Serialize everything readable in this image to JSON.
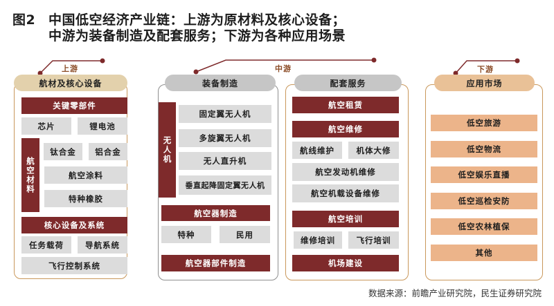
{
  "title": {
    "figure_no": "图2",
    "line1": "中国低空经济产业链：上游为原材料及核心设备；",
    "line2": "中游为装备制造及配套服务；下游为各种应用场景"
  },
  "colors": {
    "dark_red": "#7e2a2b",
    "gray_box": "#dcdcdc",
    "orange_box": "#ecb48a",
    "tan_pill": "#e3d1ac",
    "gray_pill": "#c6c6c6",
    "peach_pill": "#e9c197",
    "tan_border": "#c9975a",
    "stage_text": "#8a4a24"
  },
  "upstream": {
    "stage_label": "上游",
    "header": "航材及核心设备",
    "key_parts": {
      "title": "关键零部件",
      "items": [
        "芯片",
        "锂电池"
      ]
    },
    "materials": {
      "title": "航空材料",
      "items": [
        "钛合金",
        "铝合金",
        "航空涂料",
        "特种橡胶"
      ]
    },
    "core_systems": {
      "title": "核心设备及系统",
      "items": [
        "任务载荷",
        "导航系统",
        "飞行控制系统"
      ]
    }
  },
  "midstream": {
    "stage_label": "中游",
    "manufacturing": {
      "header": "装备制造",
      "uav": {
        "title": "无人机",
        "items": [
          "固定翼无人机",
          "多旋翼无人机",
          "无人直升机",
          "垂直起降固定翼无人机"
        ]
      },
      "aircraft": {
        "title": "航空器制造",
        "items": [
          "特种",
          "民用"
        ]
      },
      "parts": {
        "title": "航空器部件制造"
      }
    },
    "services": {
      "header": "配套服务",
      "leasing": "航空租赁",
      "maintenance": {
        "title": "航空维修",
        "items": [
          "航线维护",
          "机体大修",
          "航空发动机维修",
          "航空机载设备维修"
        ]
      },
      "training": {
        "title": "航空培训",
        "items": [
          "维修培训",
          "飞行培训"
        ]
      },
      "airport": "机场建设"
    }
  },
  "downstream": {
    "stage_label": "下游",
    "header": "应用市场",
    "items": [
      "低空旅游",
      "低空物流",
      "低空娱乐直播",
      "低空巡检安防",
      "低空农林植保",
      "其他"
    ]
  },
  "source": "数据来源：前瞻产业研究院，民生证券研究院"
}
